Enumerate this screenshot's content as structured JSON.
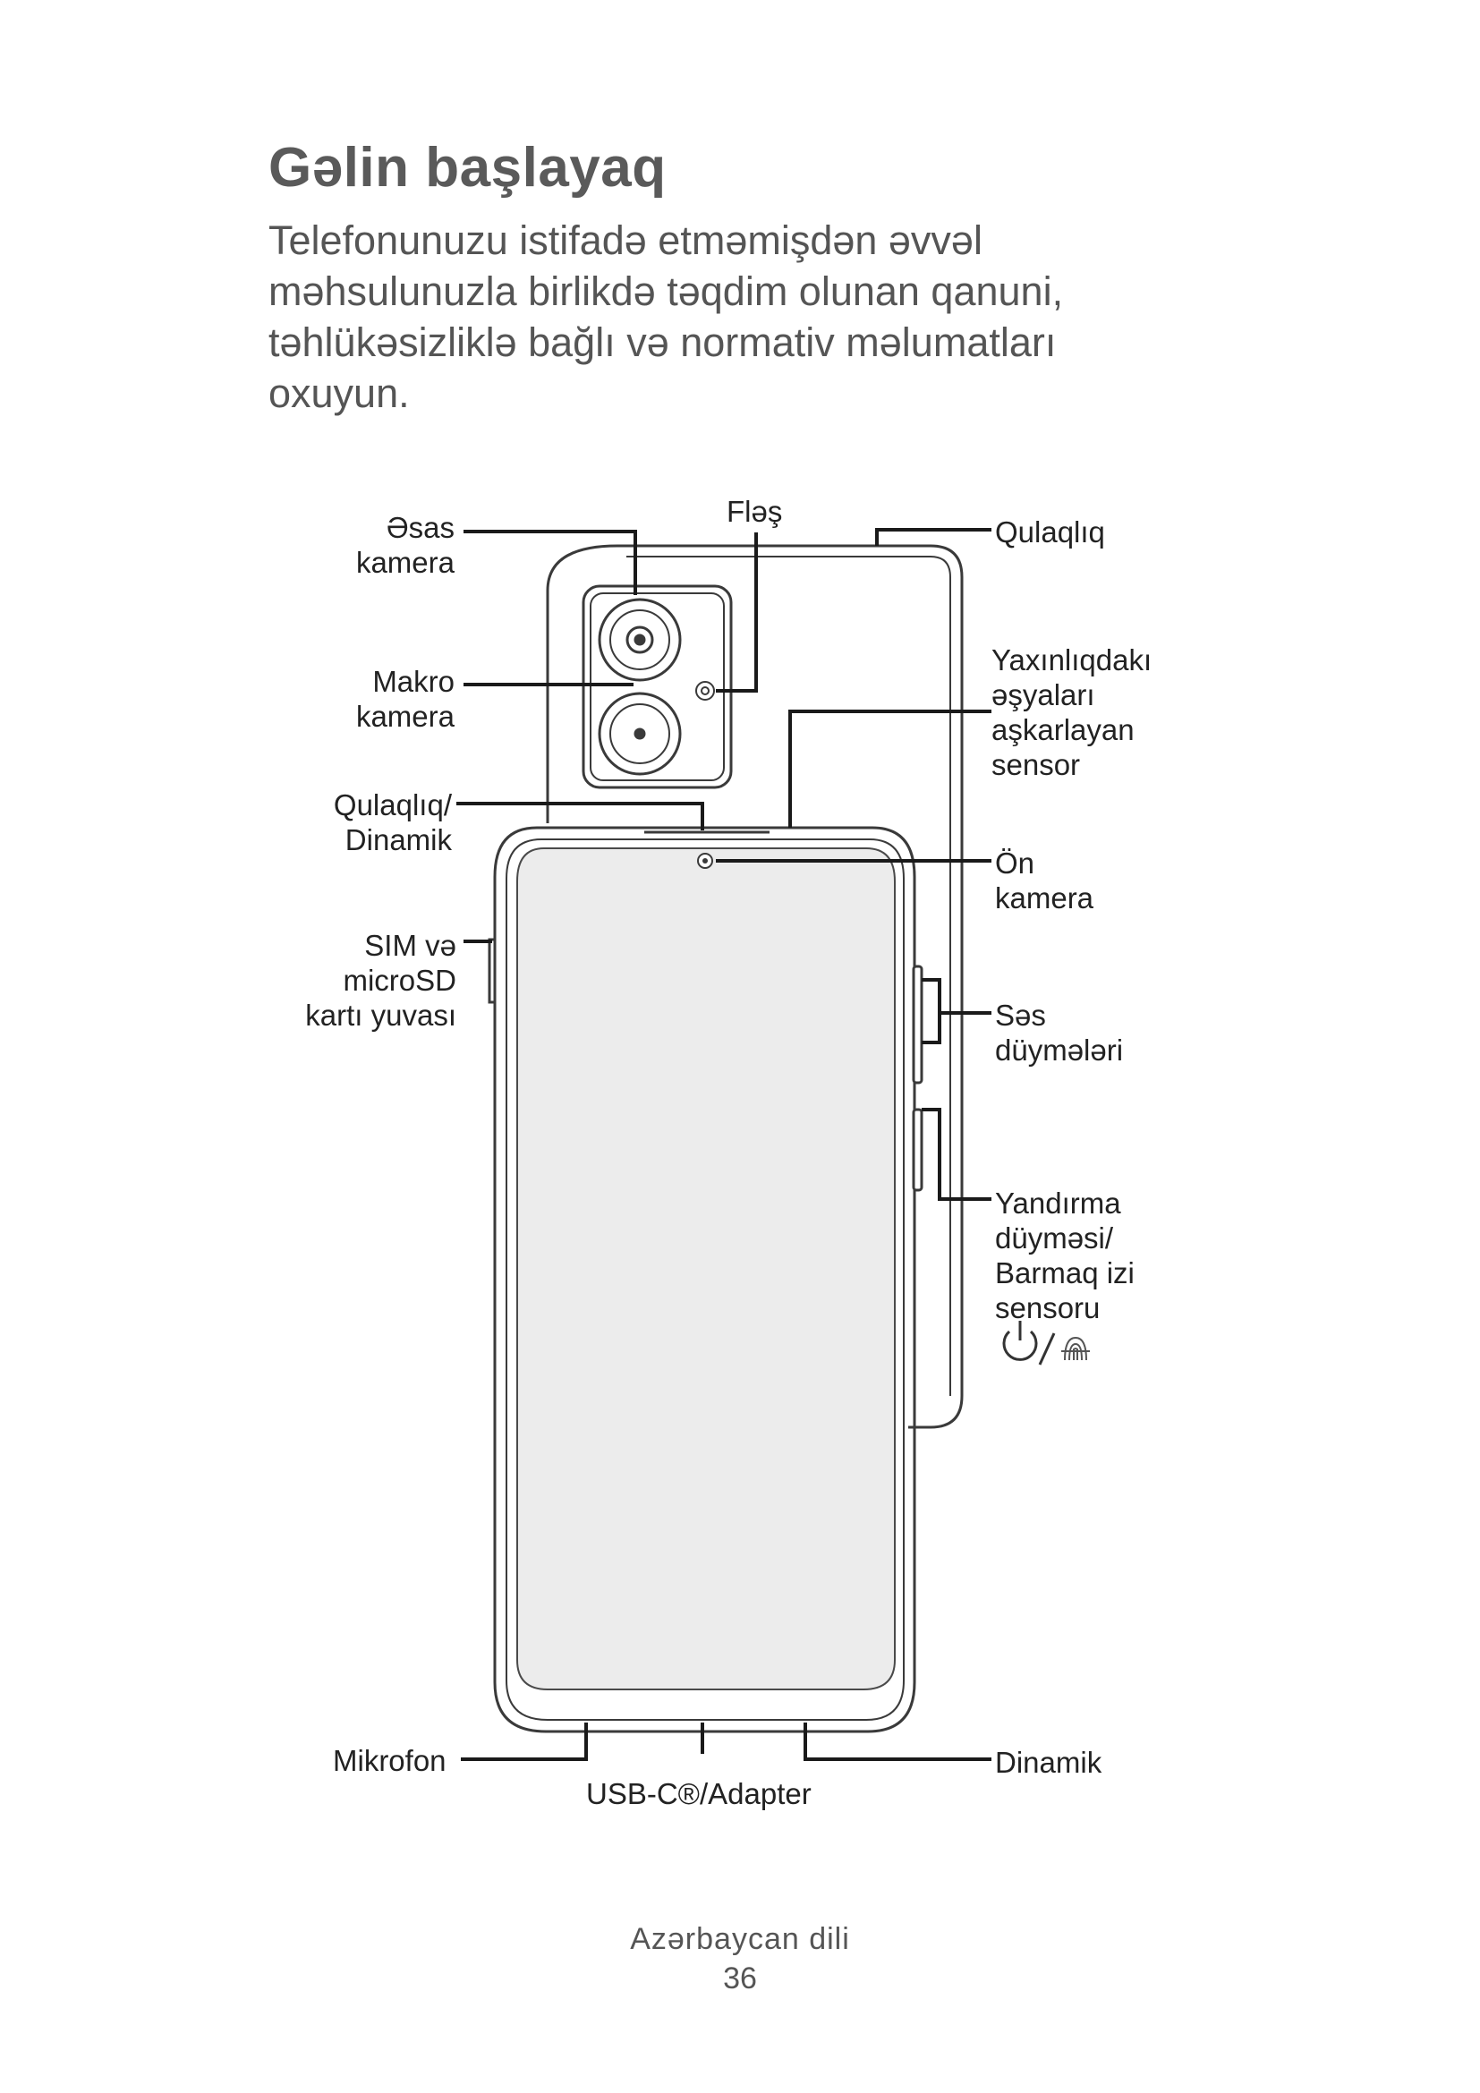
{
  "heading": "Gəlin başlayaq",
  "intro": "Telefonunuzu istifadə etməmişdən əvvəl məhsulunuzla birlikdə təqdim olunan qanuni, təhlükəsizliklə bağlı və normativ məlumatları oxuyun.",
  "labels": {
    "main_camera": [
      "Əsas",
      "kamera"
    ],
    "flash": "Fləş",
    "earpiece_top": "Qulaqlıq",
    "macro_camera": [
      "Makro",
      "kamera"
    ],
    "proximity_sensor": [
      "Yaxınlıqdakı",
      "əşyaları",
      "aşkarlayan",
      "sensor"
    ],
    "earpiece_speaker": [
      "Qulaqlıq/",
      "Dinamik"
    ],
    "front_camera": [
      "Ön",
      "kamera"
    ],
    "sim_slot": [
      "SIM və",
      "microSD",
      "kartı yuvası"
    ],
    "volume_buttons": [
      "Səs",
      "düymələri"
    ],
    "power_button": [
      "Yandırma",
      "düyməsi/",
      "Barmaq izi",
      "sensoru"
    ],
    "microphone": "Mikrofon",
    "usb_c": "USB-C®/Adapter",
    "speaker": "Dinamik"
  },
  "icons": [
    "power-icon",
    "fingerprint-icon"
  ],
  "footer": {
    "language": "Azərbaycan dili",
    "page_number": "36"
  }
}
